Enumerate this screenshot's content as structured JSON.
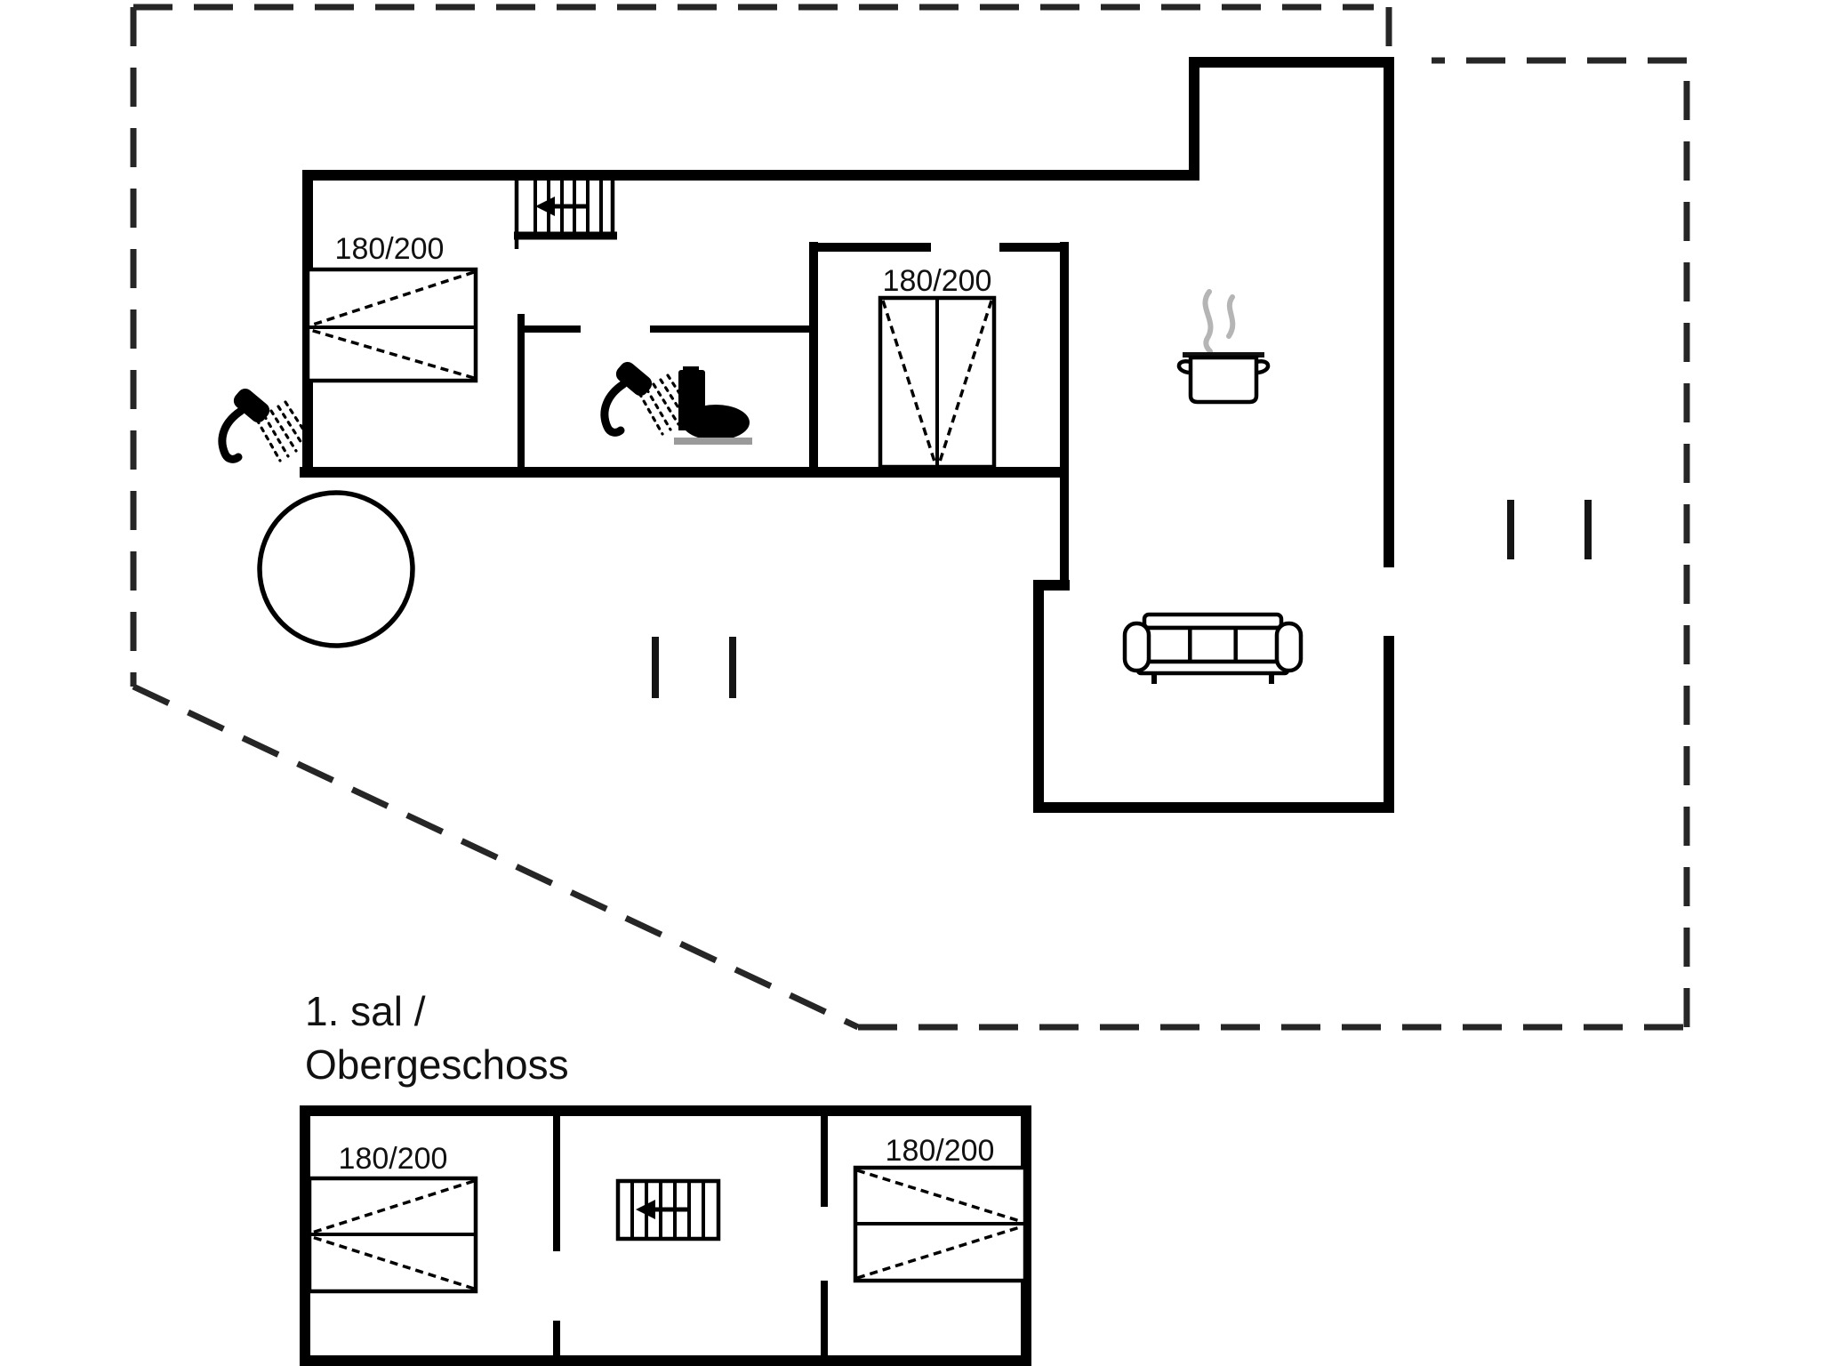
{
  "colors": {
    "background": "#ffffff",
    "wall": "#000000",
    "boundary_dash": "#262626",
    "steam_gray": "#b5b5b5",
    "fixture_base_gray": "#9a9a9a"
  },
  "ground_floor": {
    "beds": [
      {
        "id": "bed-left",
        "label": "180/200"
      },
      {
        "id": "bed-middle",
        "label": "180/200"
      }
    ],
    "fixtures": [
      "staircase-with-arrow",
      "shower",
      "toilet",
      "outdoor-shower",
      "hot-tub",
      "cooking-pot",
      "sofa"
    ],
    "window_marks": 2
  },
  "upper_floor": {
    "title_line1": "1. sal /",
    "title_line2": "Obergeschoss",
    "beds": [
      {
        "id": "bed-left",
        "label": "180/200"
      },
      {
        "id": "bed-right",
        "label": "180/200"
      }
    ],
    "fixtures": [
      "staircase-with-arrow"
    ]
  },
  "icons": {
    "stairs_arrow": "left-arrow",
    "shower": "shower-head-with-spray",
    "outdoor_shower": "shower-head-with-spray",
    "toilet": "toilet-silhouette",
    "hot_tub": "circle-outline",
    "cooking_pot": "pot-with-steam",
    "sofa": "three-seat-sofa",
    "window_mark": "double-tick"
  }
}
